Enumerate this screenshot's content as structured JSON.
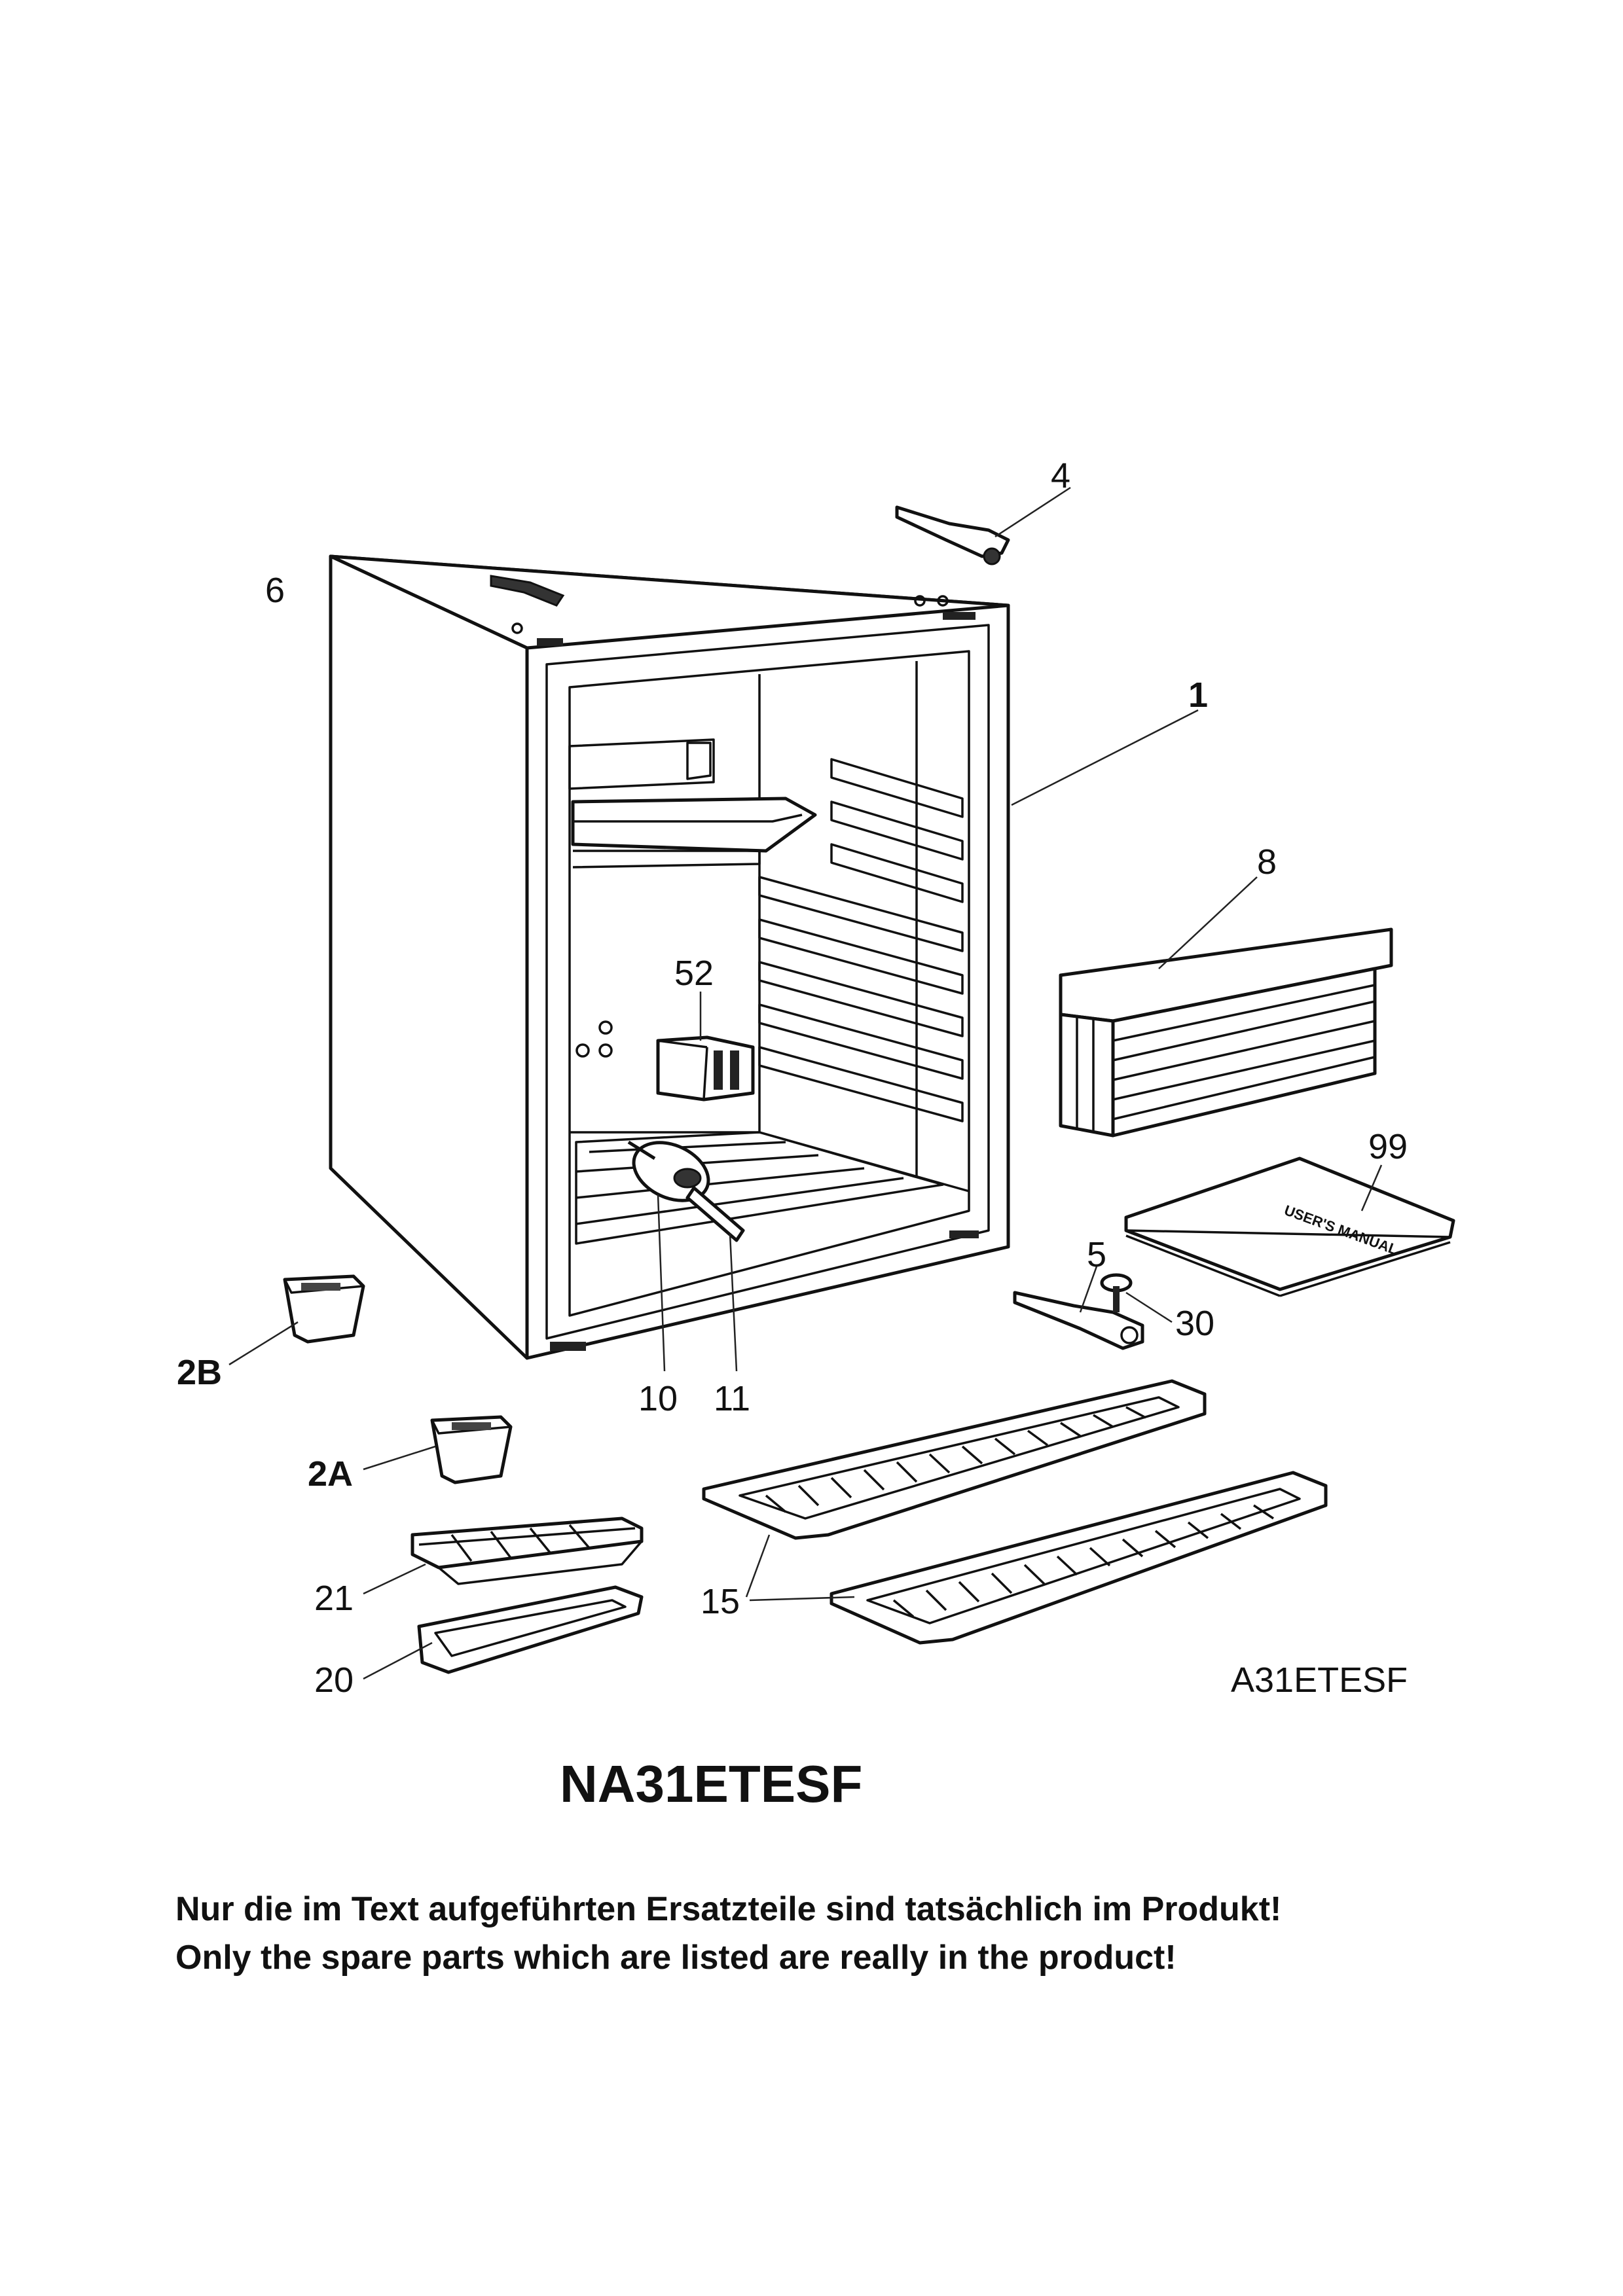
{
  "figure_code": "A31ETESF",
  "model": "NA31ETESF",
  "notice": {
    "de": "Nur die im Text aufgeführten Ersatzteile sind tatsächlich im Produkt!",
    "en": "Only the spare parts which are listed are really in the product!"
  },
  "callouts": {
    "p1": "1",
    "p2a": "2A",
    "p2b": "2B",
    "p4": "4",
    "p5": "5",
    "p6": "6",
    "p8": "8",
    "p10": "10",
    "p11": "11",
    "p15": "15",
    "p20": "20",
    "p21": "21",
    "p30": "30",
    "p52": "52",
    "p99": "99"
  },
  "manual_cover_text": "USER'S MANUAL"
}
